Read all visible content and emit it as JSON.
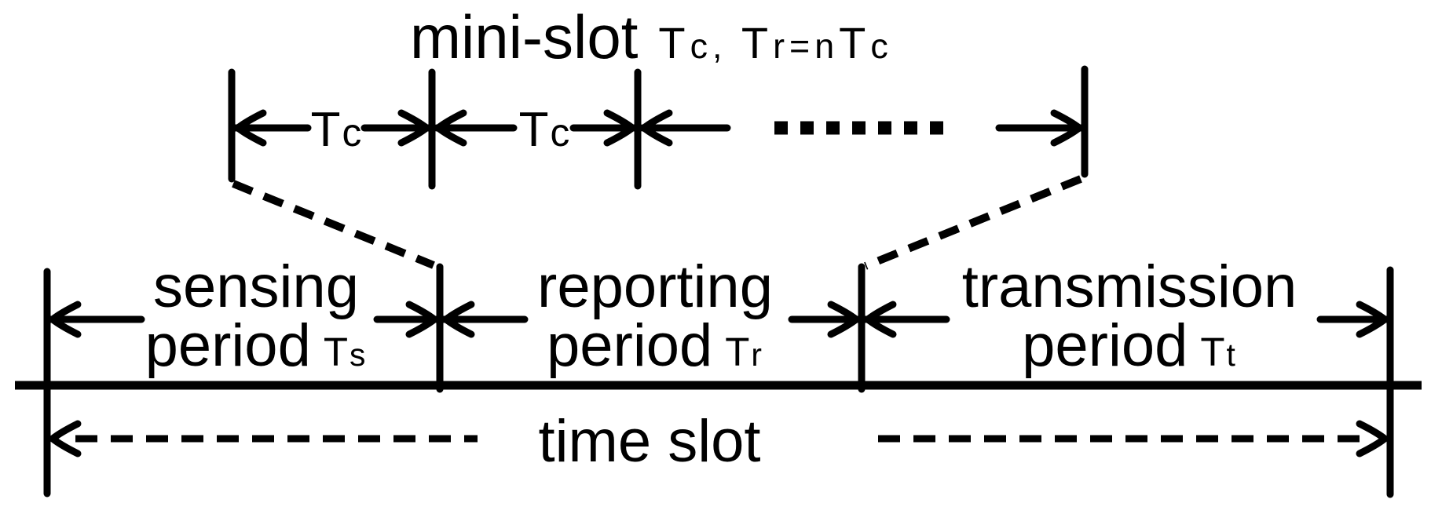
{
  "colors": {
    "ink": "#000000",
    "background": "#ffffff"
  },
  "title": {
    "word": "mini-slot",
    "formula": "Tc, Tr=nTc"
  },
  "mini_slot": {
    "interval_labels": [
      "Tc",
      "Tc"
    ],
    "ellipsis_dot_count": 7
  },
  "periods": [
    {
      "line1": "sensing",
      "line2_word": "period",
      "symbol": "Ts"
    },
    {
      "line1": "reporting",
      "line2_word": "period",
      "symbol": "Tr"
    },
    {
      "line1": "transmission",
      "line2_word": "period",
      "symbol": "Tt"
    }
  ],
  "time_slot": {
    "label": "time slot"
  }
}
